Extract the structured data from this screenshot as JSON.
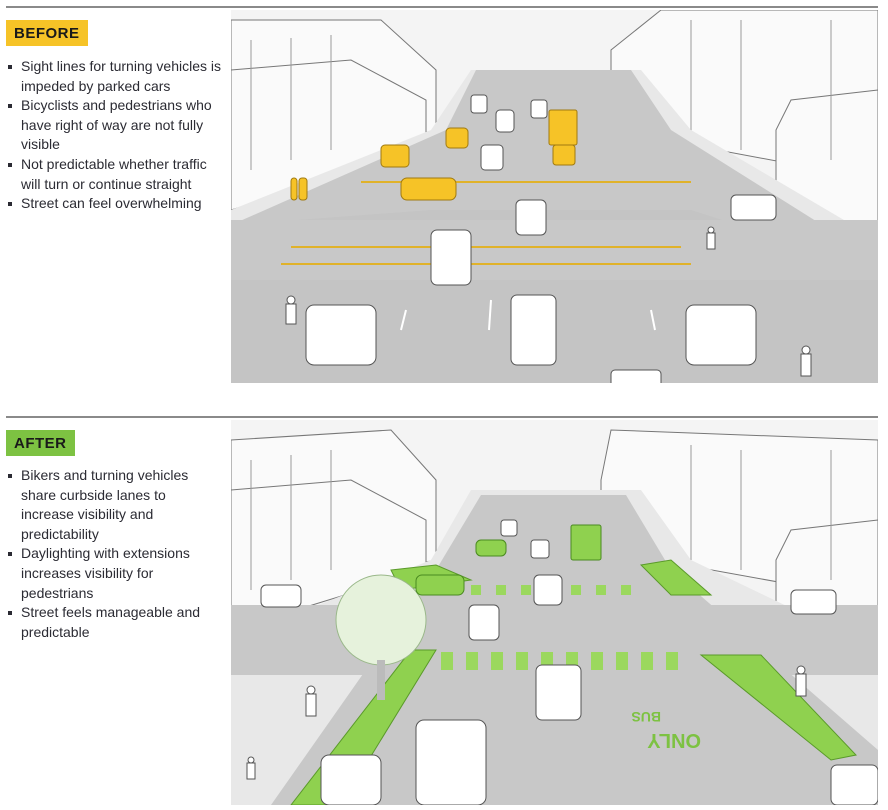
{
  "before": {
    "label": "BEFORE",
    "bullets": [
      "Sight lines for turning vehicles is impeded by parked cars",
      "Bicyclists and pedestrians who have right of way are not fully visible",
      "Not predictable whether traffic will turn or continue straight",
      "Street can feel overwhelming"
    ]
  },
  "after": {
    "label": "AFTER",
    "bullets": [
      "Bikers and turning vehicles share curbside lanes to increase visibility and predictability",
      "Daylighting with extensions increases visibility for pedestrians",
      "Street feels manageable and predictable"
    ],
    "road_marking_1": "BUS",
    "road_marking_2": "ONLY"
  },
  "colors": {
    "before_accent": "#f6c327",
    "after_accent": "#7dc242",
    "road": "#c8c8c8"
  }
}
